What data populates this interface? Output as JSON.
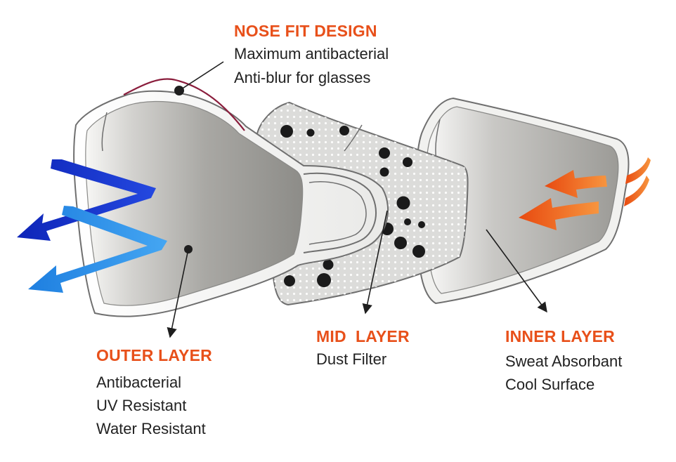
{
  "colors": {
    "accent": "#e8501a",
    "outline": "#6f6f6f",
    "leader": "#1e1e1e",
    "nose_wire": "#8a1d3c",
    "outflow_dark": "#1433c8",
    "outflow_light": "#2f8fe8",
    "inflow": "#ef5a16"
  },
  "labels": {
    "nose": {
      "title": "NOSE FIT DESIGN",
      "lines": [
        "Maximum antibacterial",
        "Anti-blur for glasses"
      ]
    },
    "outer": {
      "title": "OUTER LAYER",
      "lines": [
        "Antibacterial",
        "UV Resistant",
        "Water Resistant"
      ]
    },
    "mid": {
      "title": "MID  LAYER",
      "lines": [
        "Dust Filter"
      ]
    },
    "inner": {
      "title": "INNER LAYER",
      "lines": [
        "Sweat Absorbant",
        "Cool Surface"
      ]
    }
  },
  "icons": {
    "outflow_arrows": "outflow-arrow-icon",
    "inflow_arrows": "inflow-arrow-icon",
    "dust_particles": "dust-particle-icon"
  }
}
